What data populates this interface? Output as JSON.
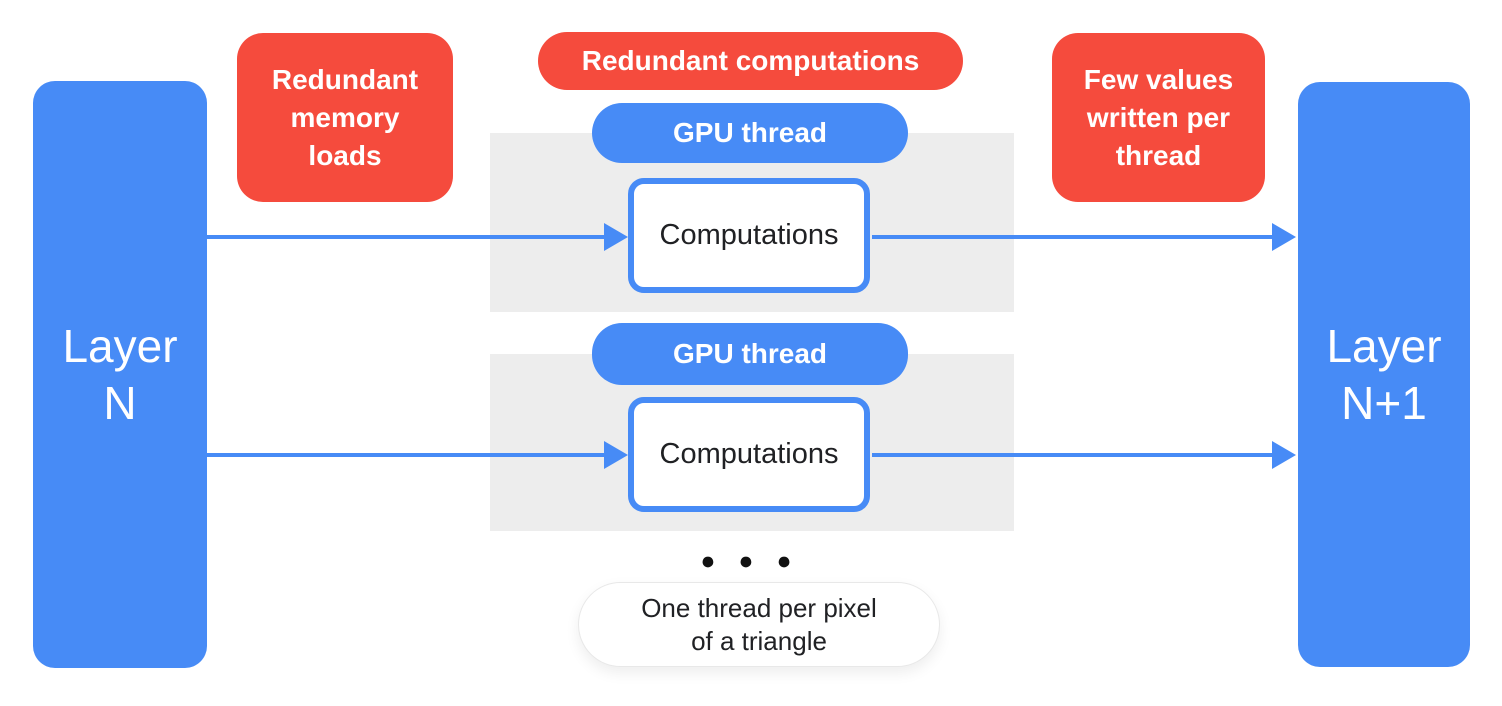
{
  "colors": {
    "blue": "#478BF6",
    "red": "#F54B3D",
    "panel_gray": "#EDEDED",
    "text_dark": "#202124",
    "text_white": "#FFFFFF"
  },
  "layers": {
    "left": {
      "line1": "Layer",
      "line2": "N"
    },
    "right": {
      "line1": "Layer",
      "line2": "N+1"
    }
  },
  "callouts": {
    "memory_loads": "Redundant\nmemory\nloads",
    "computations": "Redundant computations",
    "few_values": "Few values\nwritten per\nthread"
  },
  "threads": {
    "pill_label": "GPU thread",
    "box_label": "Computations"
  },
  "ellipsis": "● ● ●",
  "footnote": {
    "line1": "One thread per pixel",
    "line2": "of a triangle"
  }
}
